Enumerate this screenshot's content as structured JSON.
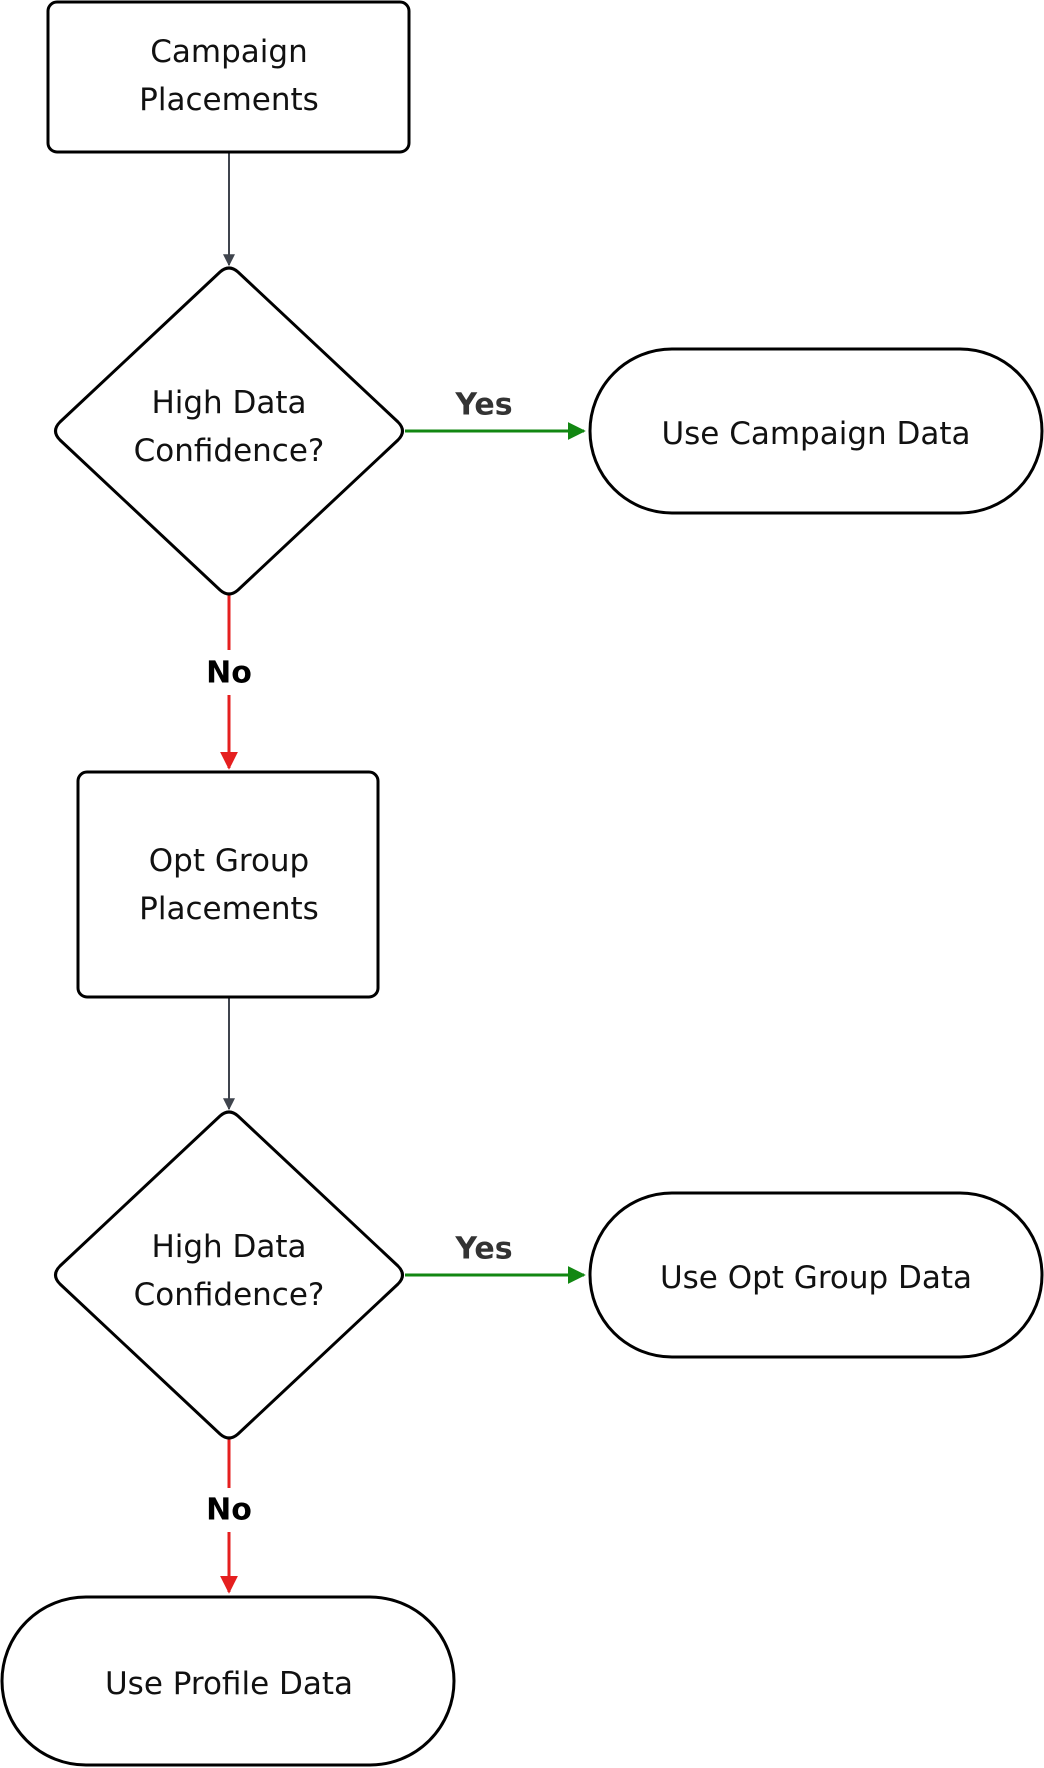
{
  "diagram": {
    "nodes": {
      "campaign_placements": {
        "line1": "Campaign",
        "line2": "Placements"
      },
      "decision_1": {
        "line1": "High Data",
        "line2": "Confidence?"
      },
      "use_campaign_data": {
        "label": "Use Campaign Data"
      },
      "opt_group_placements": {
        "line1": "Opt Group",
        "line2": "Placements"
      },
      "decision_2": {
        "line1": "High Data",
        "line2": "Confidence?"
      },
      "use_opt_group_data": {
        "label": "Use Opt Group Data"
      },
      "use_profile_data": {
        "label": "Use Profile Data"
      }
    },
    "edges": {
      "yes_1": "Yes",
      "no_1": "No",
      "yes_2": "Yes",
      "no_2": "No"
    },
    "colors": {
      "default_edge": "#3f444d",
      "yes_edge": "#128712",
      "no_edge": "#e51f1f"
    }
  }
}
